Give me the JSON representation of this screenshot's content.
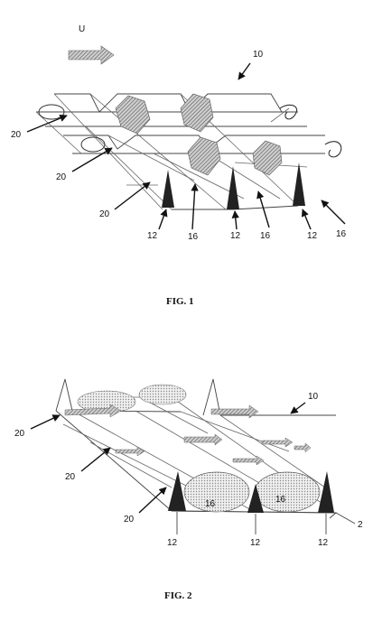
{
  "colors": {
    "ink": "#111111",
    "line": "#444444",
    "hatch": "#888888",
    "dots": "#bbbbbb"
  },
  "fig1": {
    "caption": "FIG. 1",
    "velocity_label": "U",
    "assembly_label": "10",
    "label_20": "20",
    "label_12": "12",
    "label_16": "16"
  },
  "fig2": {
    "caption": "FIG. 2",
    "assembly_label": "10",
    "label_20": "20",
    "label_12": "12",
    "label_16": "16",
    "label_2": "2"
  }
}
